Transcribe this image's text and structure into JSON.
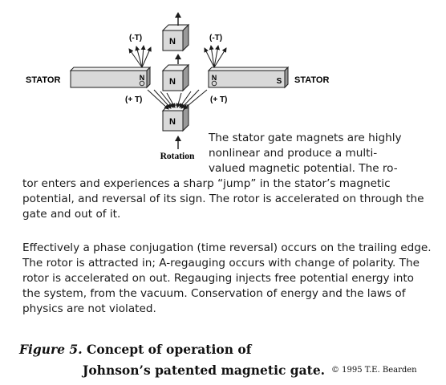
{
  "diagram": {
    "stator_left_label": "STATOR",
    "stator_right_label": "STATOR",
    "upper_left_label": "(-T)",
    "upper_right_label": "(-T)",
    "lower_left_label": "(+ T)",
    "lower_right_label": "(+ T)",
    "rotation_label": "Rotation",
    "pole_n": "N",
    "pole_s": "S"
  },
  "text": {
    "para1_lines": [
      "The stator gate magnets are highly",
      "nonlinear and produce a multi-",
      "valued magnetic potential. The ro-"
    ],
    "para1_rest": "tor enters and experiences a sharp “jump” in the stator’s magnetic potential, and reversal of its sign. The rotor is accelerated on through the gate and out of it.",
    "para2": "Effectively a phase conjugation (time reversal) occurs on the trailing edge. The rotor is attracted in; A-regauging occurs with change of polarity. The rotor is accelerated on out. Regauging injects free potential energy into the system, from the vacuum. Conservation of energy and the laws of physics are not violated."
  },
  "caption": {
    "figure_label": "Figure 5.",
    "title_line1": "Concept of operation of",
    "title_line2": "Johnson’s patented magnetic gate.",
    "copyright": "© 1995 T.E. Bearden"
  },
  "colors": {
    "ink": "#1a1a1a",
    "magnet_face": "#d9d9d9",
    "magnet_side": "#9a9a9a",
    "magnet_top": "#f2f2f2"
  }
}
